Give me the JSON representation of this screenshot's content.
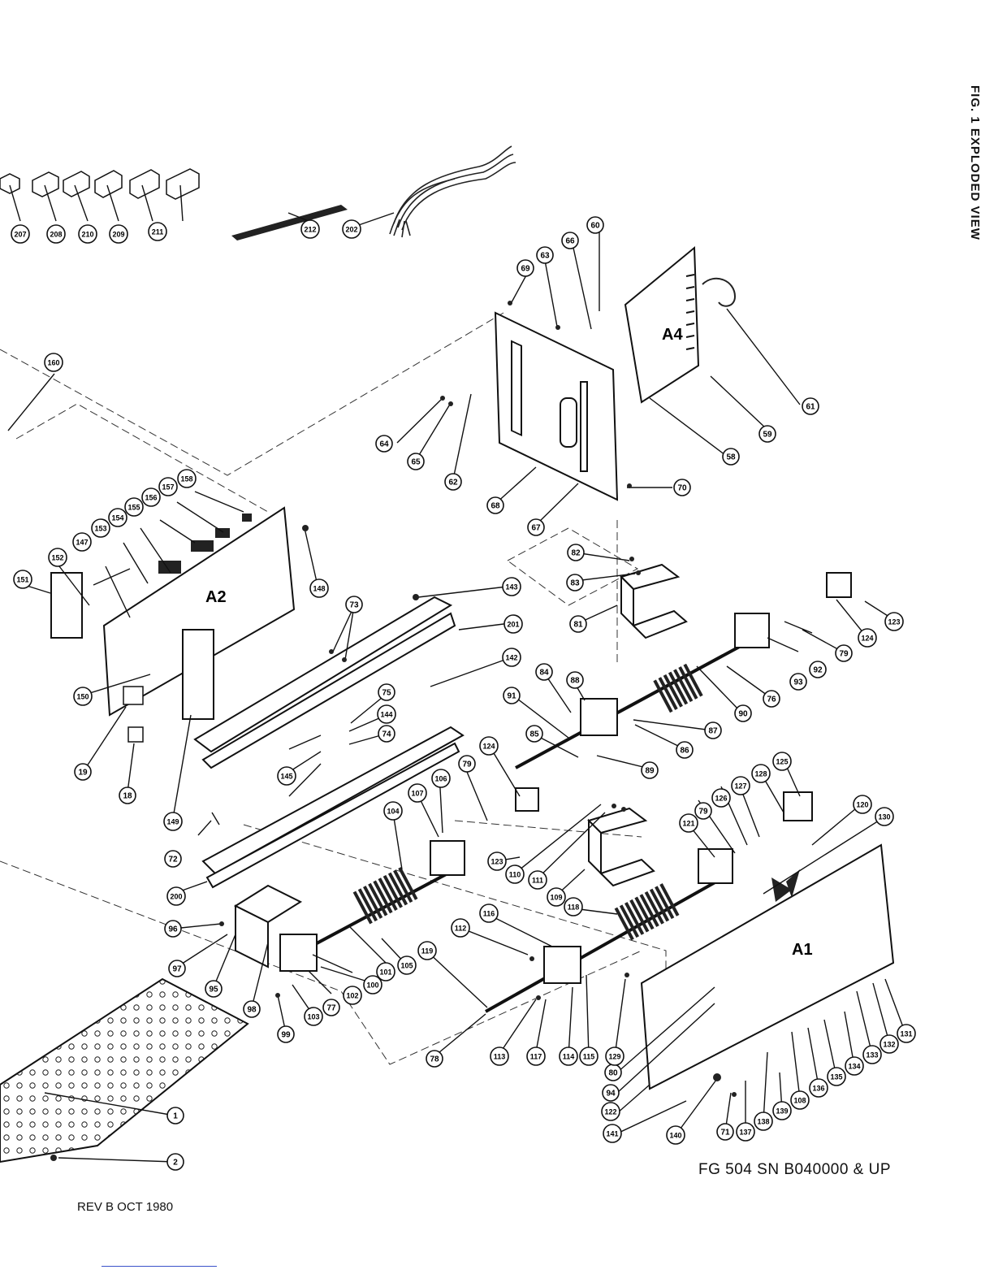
{
  "figure_title": "FIG. 1 EXPLODED VIEW",
  "revision": "REV B OCT 1980",
  "model": "FG 504 SN B040000 & UP",
  "assemblies": [
    "A1",
    "A2",
    "A4"
  ],
  "callouts": [
    "1",
    "2",
    "18",
    "19",
    "58",
    "59",
    "60",
    "61",
    "62",
    "63",
    "64",
    "65",
    "66",
    "67",
    "68",
    "69",
    "70",
    "71",
    "72",
    "73",
    "74",
    "75",
    "76",
    "77",
    "78",
    "79",
    "80",
    "81",
    "82",
    "83",
    "84",
    "85",
    "86",
    "87",
    "88",
    "89",
    "90",
    "91",
    "92",
    "93",
    "94",
    "95",
    "96",
    "97",
    "98",
    "99",
    "100",
    "101",
    "102",
    "103",
    "104",
    "105",
    "106",
    "107",
    "108",
    "109",
    "110",
    "111",
    "112",
    "113",
    "114",
    "115",
    "116",
    "117",
    "118",
    "119",
    "120",
    "121",
    "122",
    "123",
    "124",
    "125",
    "126",
    "127",
    "128",
    "129",
    "130",
    "131",
    "132",
    "133",
    "134",
    "135",
    "136",
    "137",
    "138",
    "139",
    "140",
    "141",
    "142",
    "143",
    "144",
    "145",
    "147",
    "148",
    "149",
    "150",
    "151",
    "152",
    "153",
    "154",
    "155",
    "156",
    "157",
    "158",
    "160",
    "200",
    "201",
    "202",
    "207",
    "208",
    "209",
    "210",
    "211",
    "212"
  ]
}
